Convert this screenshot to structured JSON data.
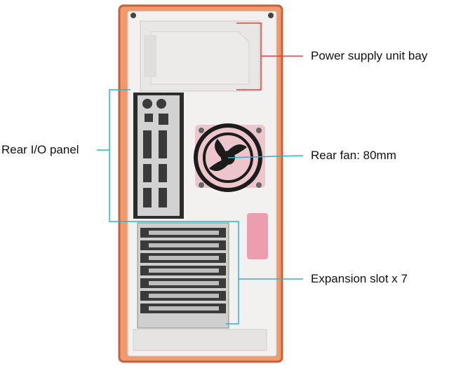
{
  "colors": {
    "case_frame": "#e8865a",
    "case_frame_dark": "#c9603a",
    "acrylic": "#f1eeec",
    "panel_metal": "#cfcfcf",
    "panel_dark": "#2a2a2a",
    "fan_ring": "#1c1c1c",
    "fan_glow": "#e05a7a",
    "psu_leader": "#e04040",
    "rear_fan_leader": "#2ab6c8",
    "io_leader": "#2ab6c8",
    "slot_leader": "#2ab6c8"
  },
  "callouts": {
    "power_supply": "Power supply unit bay",
    "rear_fan": "Rear fan: 80mm",
    "rear_io": "Rear I/O panel",
    "expansion": "Expansion slot x 7"
  },
  "expansion_slot_count": 7
}
